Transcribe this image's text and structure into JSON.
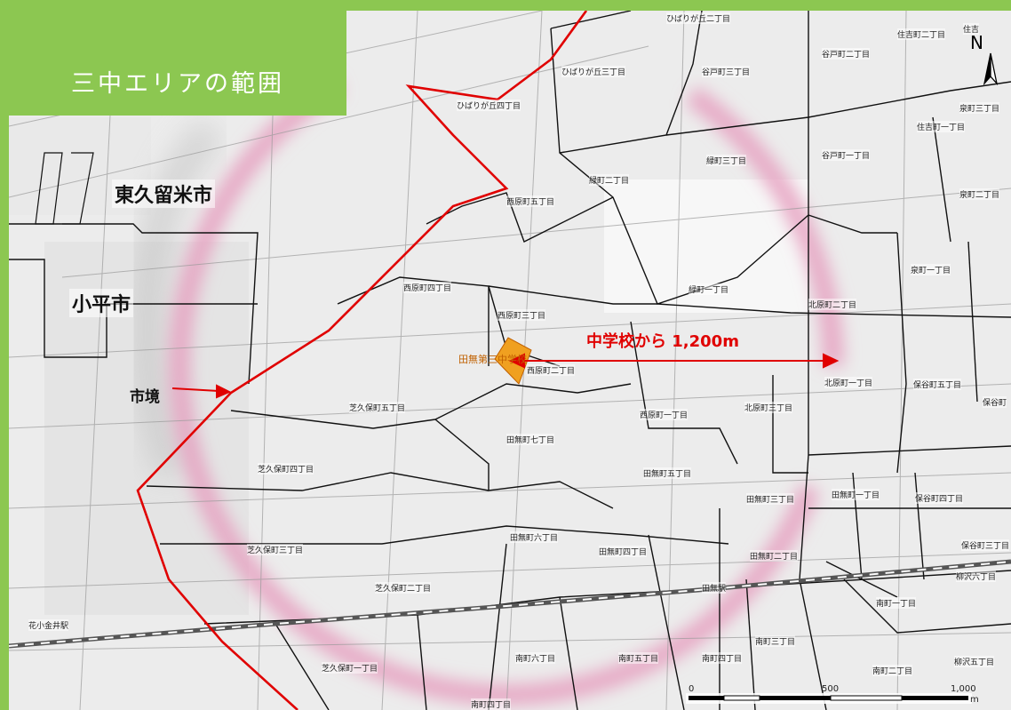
{
  "title": "三中エリアの範囲",
  "cities": {
    "higashikurume": "東久留米市",
    "kodaira": "小平市"
  },
  "boundary_label": "市境",
  "distance_label": "中学校から 1,200m",
  "school_label": "田無第三中学校",
  "north_label": "N",
  "scale": {
    "zero": "0",
    "mid": "500",
    "max": "1,000",
    "unit": "m"
  },
  "towns": [
    "ひばりが丘三丁目",
    "ひばりが丘四丁目",
    "ひばりが丘二丁目",
    "谷戸町三丁目",
    "谷戸町二丁目",
    "谷戸町一丁目",
    "住吉町二丁目",
    "住吉町一丁目",
    "住吉",
    "緑町二丁目",
    "緑町三丁目",
    "緑町一丁目",
    "泉町三丁目",
    "泉町二丁目",
    "泉町一丁目",
    "西原町五丁目",
    "西原町四丁目",
    "西原町三丁目",
    "西原町二丁目",
    "西原町一丁目",
    "北原町二丁目",
    "北原町一丁目",
    "北原町三丁目",
    "保谷町五丁目",
    "保谷町",
    "保谷町四丁目",
    "芝久保町五丁目",
    "芝久保町四丁目",
    "芝久保町三丁目",
    "芝久保町二丁目",
    "芝久保町一丁目",
    "田無町七丁目",
    "田無町五丁目",
    "田無町三丁目",
    "田無町六丁目",
    "田無町四丁目",
    "田無町二丁目",
    "田無町一丁目",
    "保谷町三丁目",
    "田無駅",
    "柳沢六丁目",
    "南町一丁目",
    "南町三丁目",
    "南町四丁目",
    "南町五丁目",
    "南町六丁目",
    "南町二丁目",
    "柳沢五丁目",
    "花小金井駅",
    "南町四丁目"
  ],
  "colors": {
    "frame": "#8cc751",
    "boundary": "#e00000",
    "ring": "#e6a0c0",
    "school": "#f0a020"
  }
}
